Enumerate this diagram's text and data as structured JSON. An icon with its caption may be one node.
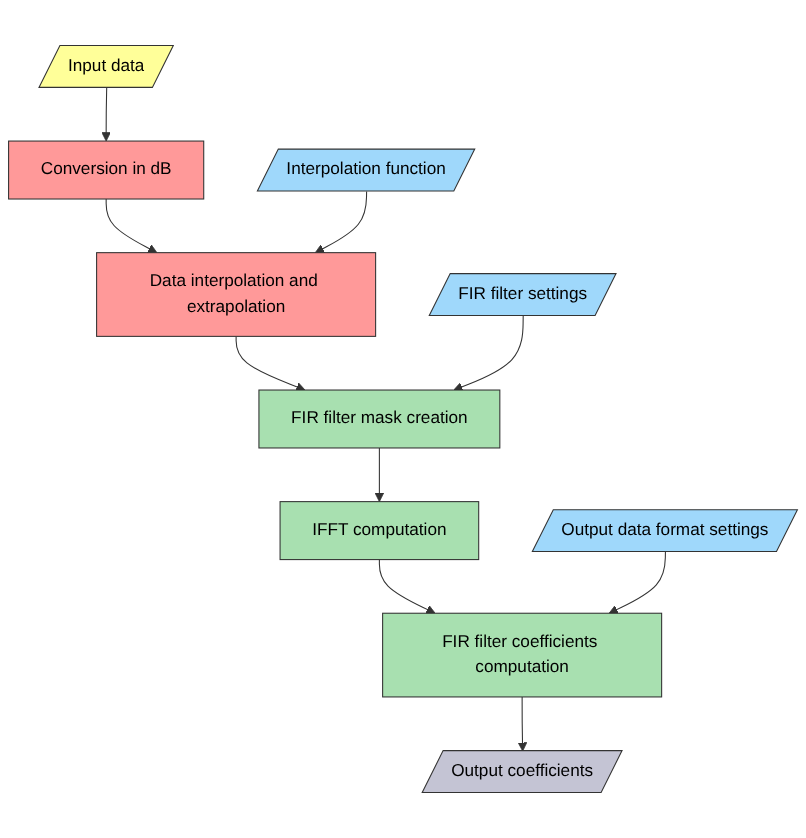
{
  "diagram": {
    "nodes": [
      {
        "text": [
          "Input data"
        ]
      },
      {
        "text": [
          "Conversion in dB"
        ]
      },
      {
        "text": [
          "Interpolation function"
        ]
      },
      {
        "text": [
          "Data interpolation and extrapolation"
        ]
      },
      {
        "text": [
          "FIR filter settings"
        ]
      },
      {
        "text": [
          "FIR filter mask creation"
        ]
      },
      {
        "text": [
          "IFFT computation"
        ]
      },
      {
        "text": [
          "Output data format settings"
        ]
      },
      {
        "text": [
          "FIR filter coefficients computation"
        ]
      },
      {
        "text": [
          "Output coefficients"
        ]
      }
    ],
    "edges": [
      {
        "from": 0,
        "to": 1,
        "arrow": "to"
      },
      {
        "from": 1,
        "to": 3,
        "arrow": "to"
      },
      {
        "from": 2,
        "to": 3,
        "arrow": "to"
      },
      {
        "from": 3,
        "to": 5,
        "arrow": "to"
      },
      {
        "from": 4,
        "to": 5,
        "arrow": "to"
      },
      {
        "from": 5,
        "to": 6,
        "arrow": "to"
      },
      {
        "from": 6,
        "to": 8,
        "arrow": "to"
      },
      {
        "from": 7,
        "to": 8,
        "arrow": "to"
      },
      {
        "from": 8,
        "to": 9,
        "arrow": "to"
      }
    ]
  }
}
